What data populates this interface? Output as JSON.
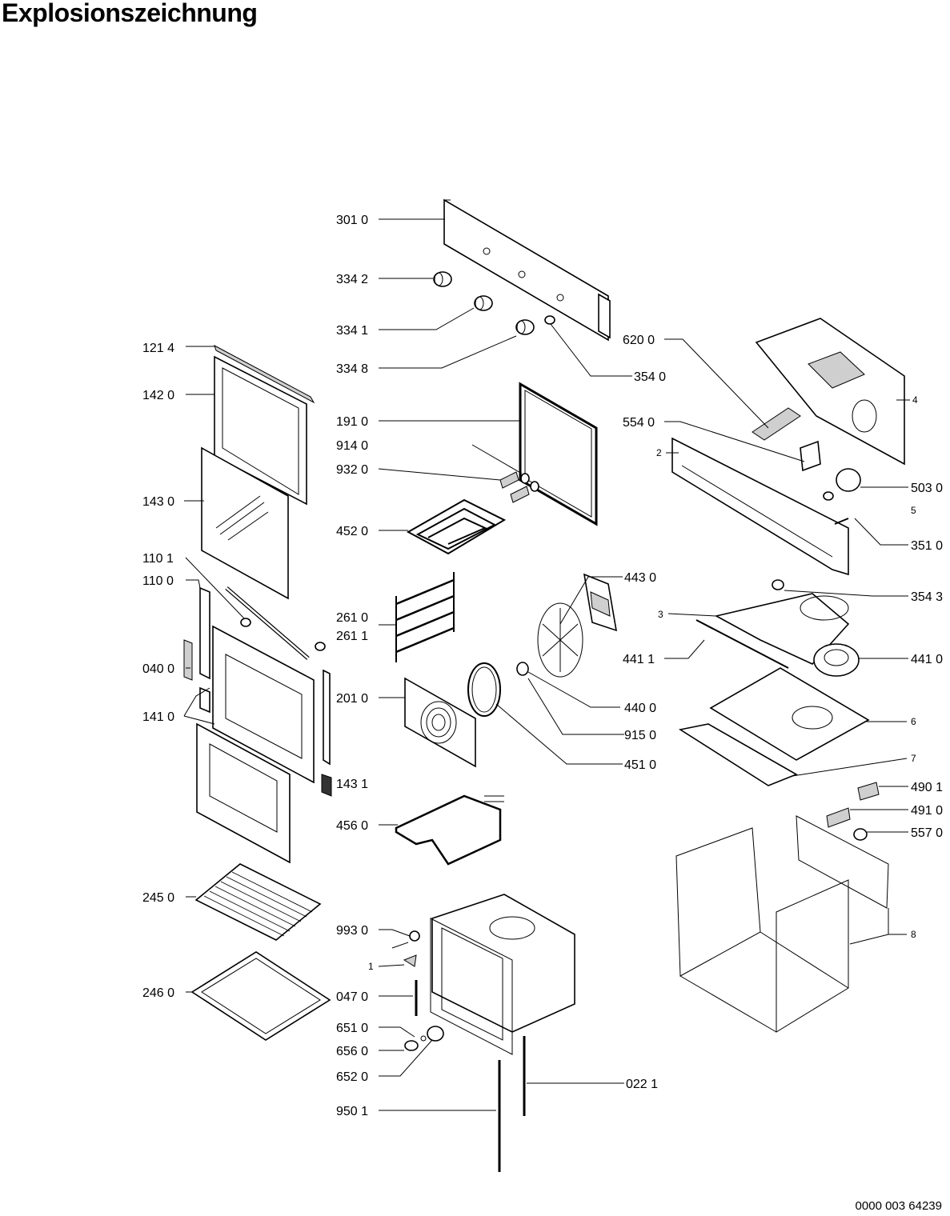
{
  "title": "Explosionszeichnung",
  "document_number": "0000 003 64239",
  "labels": {
    "l3010": "301 0",
    "l3342": "334 2",
    "l3341": "334 1",
    "l3348": "334 8",
    "l3540": "354 0",
    "l6200": "620 0",
    "l1214": "121 4",
    "l1420": "142 0",
    "l1910": "191 0",
    "l9140": "914 0",
    "l9320": "932 0",
    "l5540": "554 0",
    "l5030": "503 0",
    "l1430": "143 0",
    "l4520": "452 0",
    "l3510": "351 0",
    "l1101": "110 1",
    "l1100": "110 0",
    "l4430": "443 0",
    "l3543": "354 3",
    "l2610": "261 0",
    "l2611": "261 1",
    "l4411": "441 1",
    "l4410": "441 0",
    "l0400": "040 0",
    "l2010": "201 0",
    "l1410": "141 0",
    "l4400": "440 0",
    "l9150": "915 0",
    "l4510": "451 0",
    "l1431": "143 1",
    "l4901": "490 1",
    "l4910": "491 0",
    "l5570": "557 0",
    "l4560": "456 0",
    "l2450": "245 0",
    "l9930": "993 0",
    "l2460": "246 0",
    "l0470": "047 0",
    "l6510": "651 0",
    "l6560": "656 0",
    "l6520": "652 0",
    "l0221": "022 1",
    "l9501": "950 1",
    "n1": "1",
    "n2": "2",
    "n3": "3",
    "n4": "4",
    "n5": "5",
    "n6": "6",
    "n7": "7",
    "n8": "8"
  }
}
